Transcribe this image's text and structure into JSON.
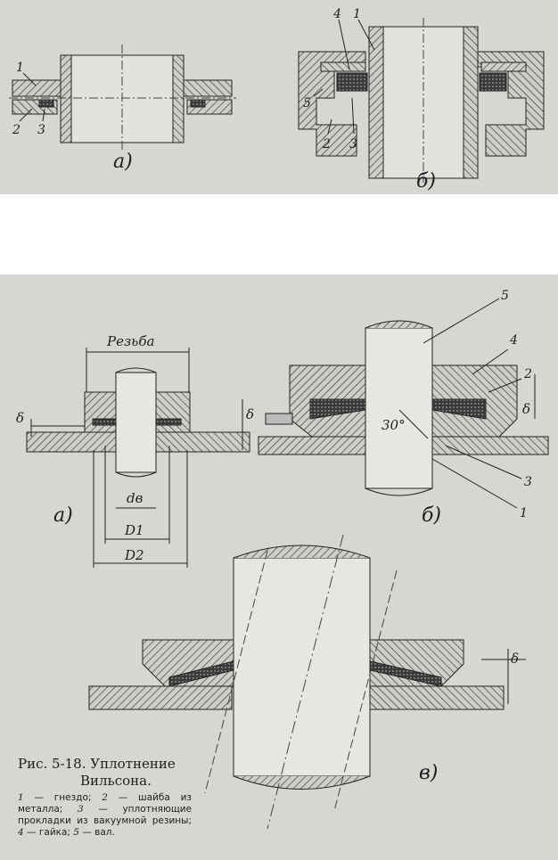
{
  "top_figure": {
    "panel_a_label": "а)",
    "panel_b_label": "б)",
    "a_callouts": [
      "1",
      "2",
      "3"
    ],
    "b_callouts": [
      "4",
      "1",
      "5",
      "2",
      "3"
    ]
  },
  "bottom_figure": {
    "panel_a_label": "а)",
    "panel_b_label": "б)",
    "panel_v_label": "в)",
    "thread_label": "Резьба",
    "delta": "δ",
    "dim_db": "dв",
    "dim_d1": "D1",
    "dim_d2": "D2",
    "angle": "30°",
    "b_callouts": [
      "5",
      "4",
      "2",
      "3",
      "1"
    ]
  },
  "caption": {
    "title_line1": "Рис. 5-18. Уплотнение",
    "title_line2": "Вильсона.",
    "legend": [
      {
        "n": "1",
        "text": " — гнездо; "
      },
      {
        "n": "2",
        "text": " — шайба из металла; "
      },
      {
        "n": "3",
        "text": " — уплотняющие прокладки из вакуумной резины; "
      },
      {
        "n": "4",
        "text": " — гайка; "
      },
      {
        "n": "5",
        "text": " — вал."
      }
    ]
  }
}
